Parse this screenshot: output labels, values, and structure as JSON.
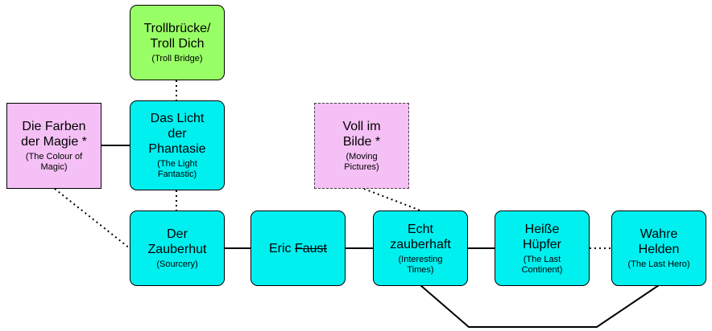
{
  "nodes": {
    "trollbruecke": {
      "title": "Trollbrücke/\nTroll Dich",
      "subtitle": "(Troll Bridge)"
    },
    "licht": {
      "title": "Das Licht\nder\nPhantasie",
      "subtitle": "(The Light\nFantastic)"
    },
    "farben": {
      "title": "Die Farben\nder Magie *",
      "subtitle": "(The Colour of\nMagic)"
    },
    "vollimbilde": {
      "title": "Voll im\nBilde *",
      "subtitle": "(Moving\nPictures)"
    },
    "zauberhut": {
      "title": "Der\nZauberhut",
      "subtitle": "(Sourcery)"
    },
    "ericfaust": {
      "title_a": "Eric ",
      "title_b": "Faust"
    },
    "echtzauberhaft": {
      "title": "Echt\nzauberhaft",
      "subtitle": "(Interesting\nTimes)"
    },
    "heissehuepfer": {
      "title": "Heiße\nHüpfer",
      "subtitle": "(The Last\nContinent)"
    },
    "wahrehelden": {
      "title": "Wahre\nHelden",
      "subtitle": "(The Last Hero)"
    }
  },
  "colors": {
    "main_nodes": "#00f0f0",
    "green_node": "#99ff66",
    "pink_nodes": "#f5c0f5"
  }
}
